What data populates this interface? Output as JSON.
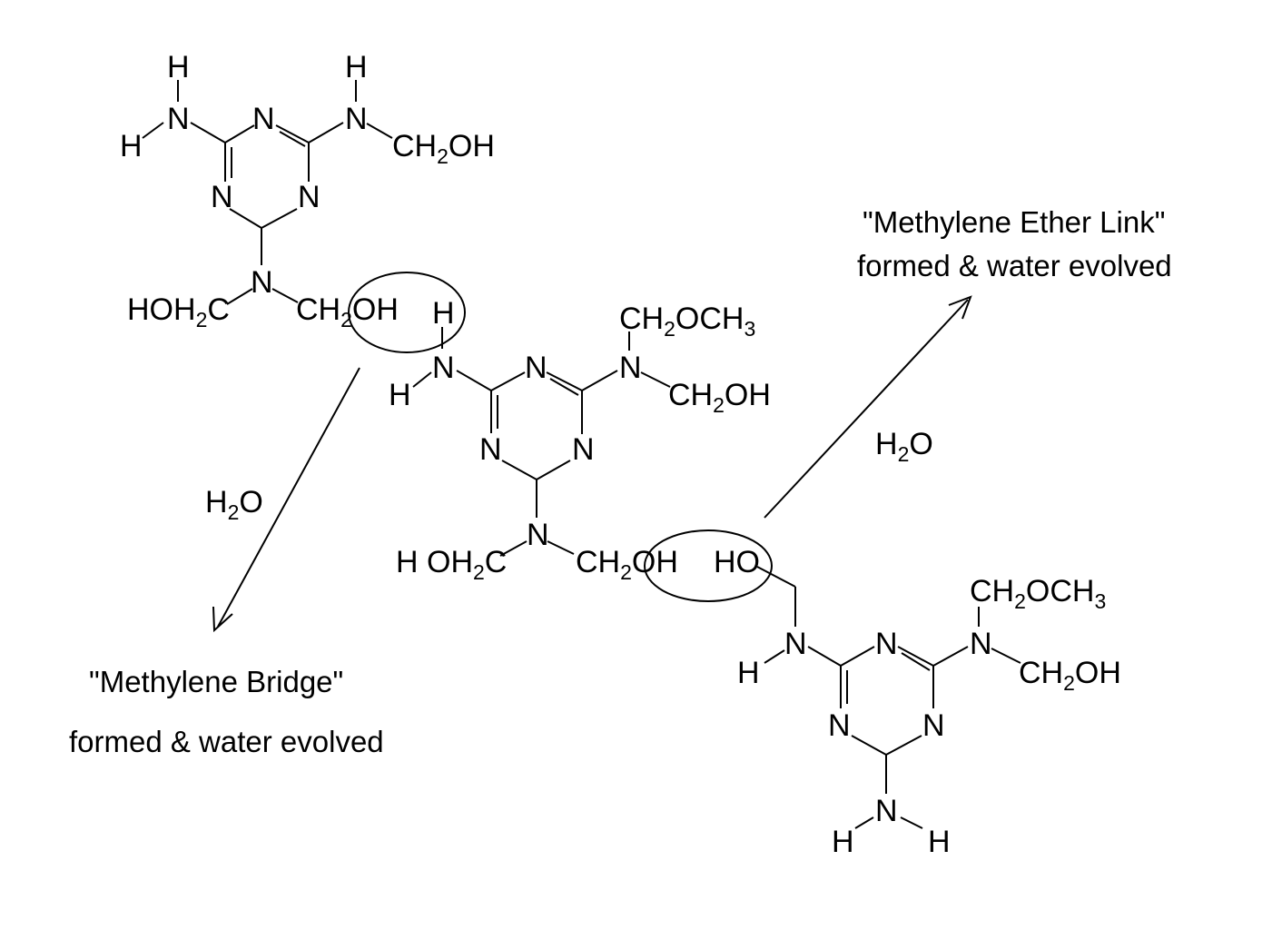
{
  "captions": {
    "bridge_line1": "\"Methylene Bridge\"",
    "bridge_line2": "formed & water evolved",
    "ether_line1": "\"Methylene Ether Link\"",
    "ether_line2": "formed & water evolved"
  },
  "reaction_labels": {
    "water_left": "H2O",
    "water_right": "H2O"
  },
  "atoms": {
    "N": "N",
    "H": "H",
    "C": "C",
    "O": "O",
    "OH": "OH",
    "HO": "HO",
    "CH": "CH",
    "OCH": "OCH",
    "HOH": "HOH",
    "H_OH": "H OH",
    "two": "2",
    "three": "3"
  }
}
